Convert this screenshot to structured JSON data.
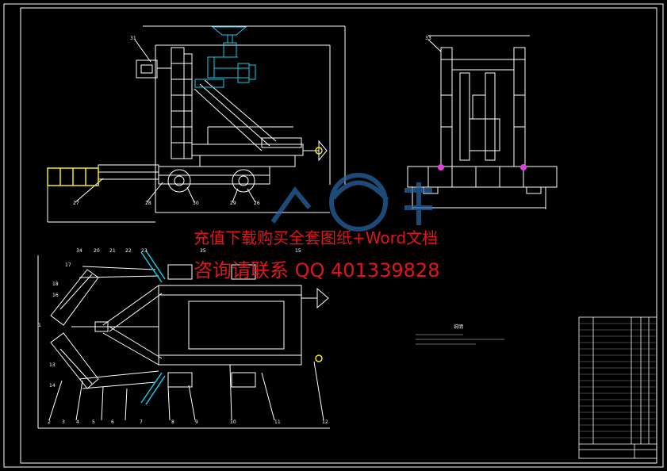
{
  "watermark": {
    "line1": "充值下载购买全套图纸+Word文档",
    "line2": "咨询请联系 QQ 401339828"
  },
  "notes": {
    "heading": "说明"
  },
  "colors": {
    "background": "#000000",
    "line_white": "#ffffff",
    "line_cyan": "#19c8e8",
    "line_yellow": "#f2ea1c",
    "line_magenta": "#e040e0",
    "watermark_red": "#e0161b",
    "logo_blue": "#2a6aa8"
  },
  "part_callouts": {
    "front_view": [
      "31",
      "27",
      "28",
      "30",
      "29",
      "26"
    ],
    "side_view": [
      "33"
    ],
    "top_view": [
      "17",
      "34",
      "18",
      "16",
      "20",
      "21",
      "22",
      "23",
      "35",
      "15",
      "14",
      "13",
      "1",
      "2",
      "3",
      "4",
      "5",
      "6",
      "7",
      "8",
      "9",
      "10",
      "11",
      "12"
    ]
  }
}
